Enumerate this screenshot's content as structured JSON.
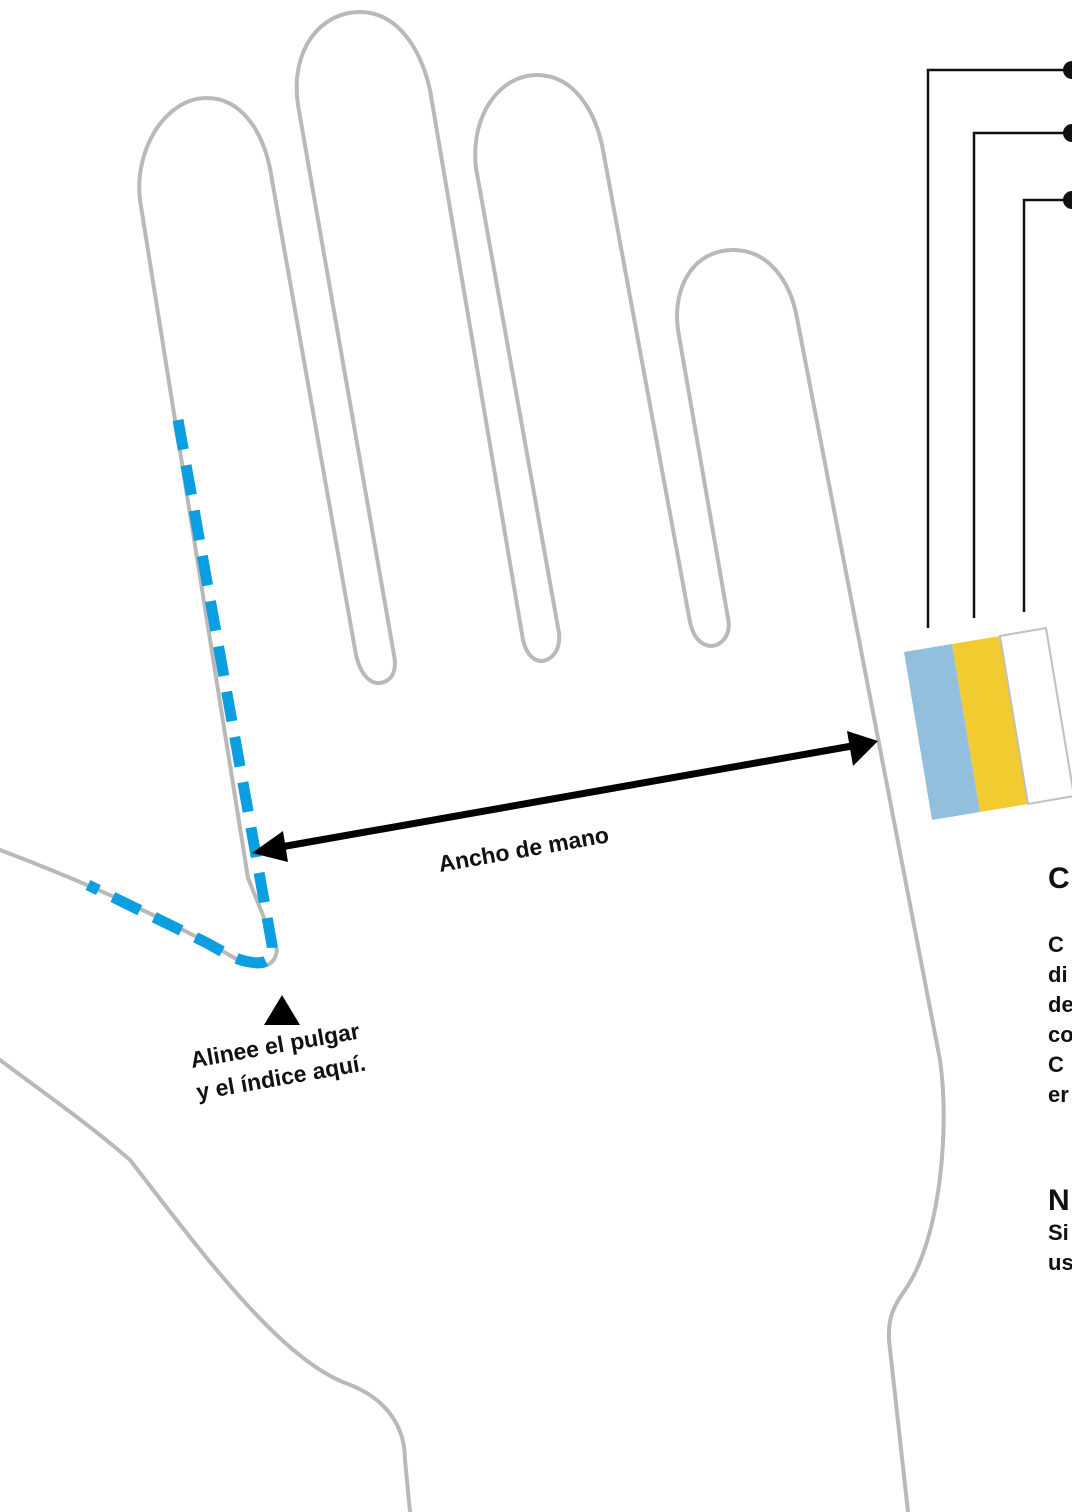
{
  "labels": {
    "hand_width": "Ancho de mano",
    "align_line1": "Alinee el pulgar",
    "align_line2": "y el índice aquí."
  },
  "side_panel": {
    "heading_1": "C",
    "paragraph_1": [
      "C",
      "di",
      "de",
      "co",
      "C",
      "er"
    ],
    "heading_2": "N",
    "paragraph_2": [
      "Si",
      "us"
    ]
  },
  "swatches": [
    {
      "name": "light-blue",
      "color": "#93bfdf"
    },
    {
      "name": "yellow",
      "color": "#f1cb30"
    },
    {
      "name": "white",
      "color": "#ffffff"
    }
  ],
  "colors": {
    "outline": "#b9b9b9",
    "guide": "#0b9ee0",
    "arrow": "#000000"
  }
}
